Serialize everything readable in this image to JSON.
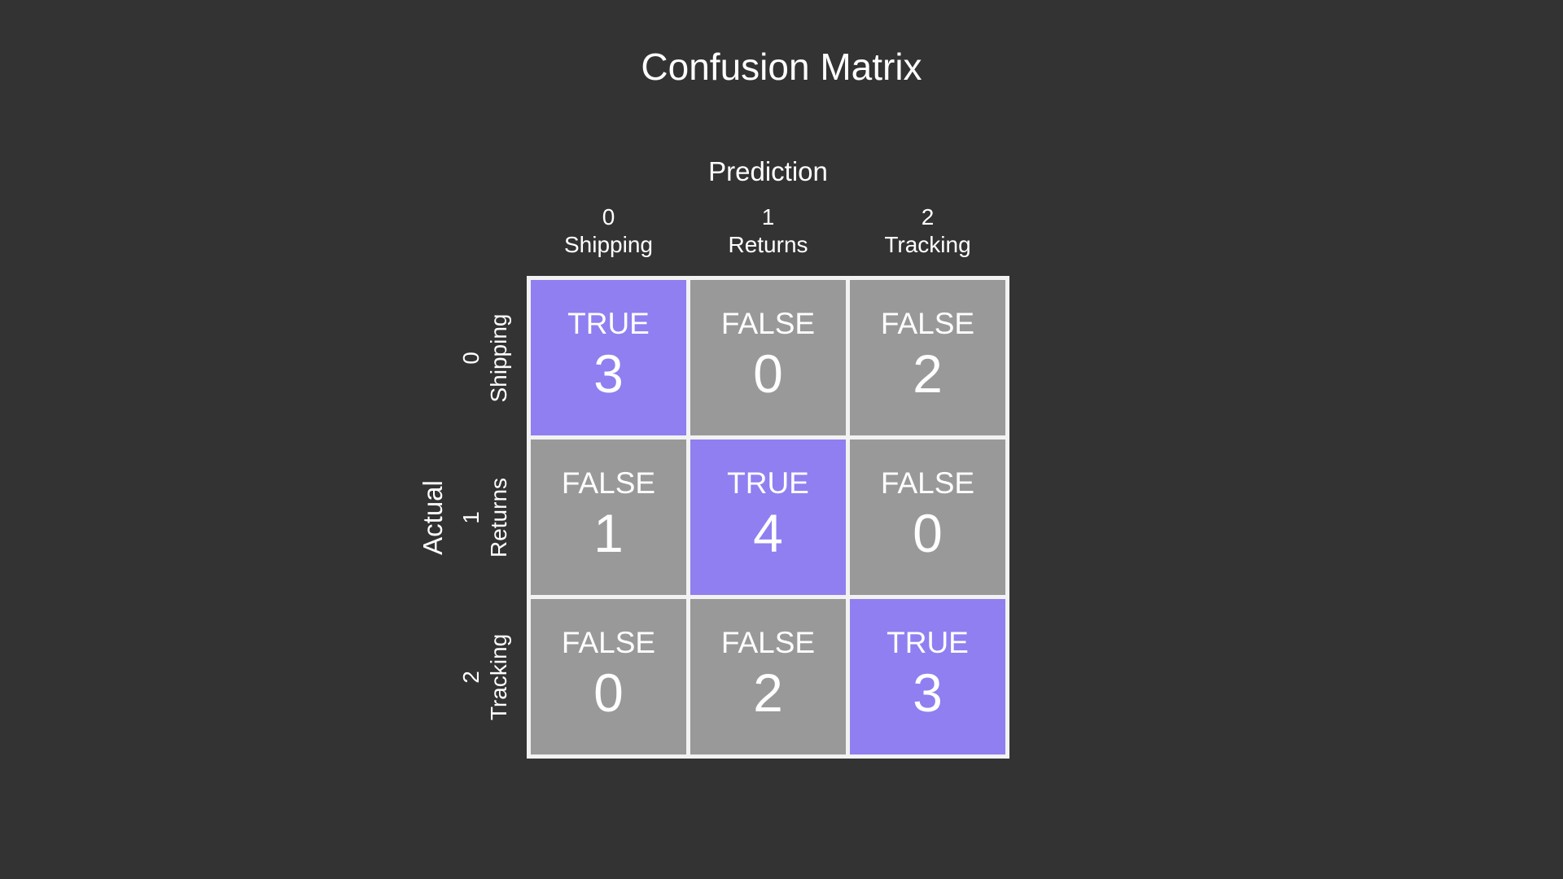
{
  "title": "Confusion Matrix",
  "x_axis_label": "Prediction",
  "y_axis_label": "Actual",
  "classes": [
    {
      "index": "0",
      "name": "Shipping"
    },
    {
      "index": "1",
      "name": "Returns"
    },
    {
      "index": "2",
      "name": "Tracking"
    }
  ],
  "cells": [
    [
      {
        "label": "TRUE",
        "value": "3",
        "kind": "true"
      },
      {
        "label": "FALSE",
        "value": "0",
        "kind": "false"
      },
      {
        "label": "FALSE",
        "value": "2",
        "kind": "false"
      }
    ],
    [
      {
        "label": "FALSE",
        "value": "1",
        "kind": "false"
      },
      {
        "label": "TRUE",
        "value": "4",
        "kind": "true"
      },
      {
        "label": "FALSE",
        "value": "0",
        "kind": "false"
      }
    ],
    [
      {
        "label": "FALSE",
        "value": "0",
        "kind": "false"
      },
      {
        "label": "FALSE",
        "value": "2",
        "kind": "false"
      },
      {
        "label": "TRUE",
        "value": "3",
        "kind": "true"
      }
    ]
  ],
  "colors": {
    "background": "#333333",
    "true_cell": "#8f7ff0",
    "false_cell": "#999999",
    "grid": "#f2f2f2",
    "text": "#ffffff"
  },
  "chart_data": {
    "type": "heatmap",
    "title": "Confusion Matrix",
    "xlabel": "Prediction",
    "ylabel": "Actual",
    "x_categories": [
      "0 Shipping",
      "1 Returns",
      "2 Tracking"
    ],
    "y_categories": [
      "0 Shipping",
      "1 Returns",
      "2 Tracking"
    ],
    "values": [
      [
        3,
        0,
        2
      ],
      [
        1,
        4,
        0
      ],
      [
        0,
        2,
        3
      ]
    ],
    "cell_labels": [
      [
        "TRUE",
        "FALSE",
        "FALSE"
      ],
      [
        "FALSE",
        "TRUE",
        "FALSE"
      ],
      [
        "FALSE",
        "FALSE",
        "TRUE"
      ]
    ],
    "grid": true,
    "legend": "none"
  }
}
